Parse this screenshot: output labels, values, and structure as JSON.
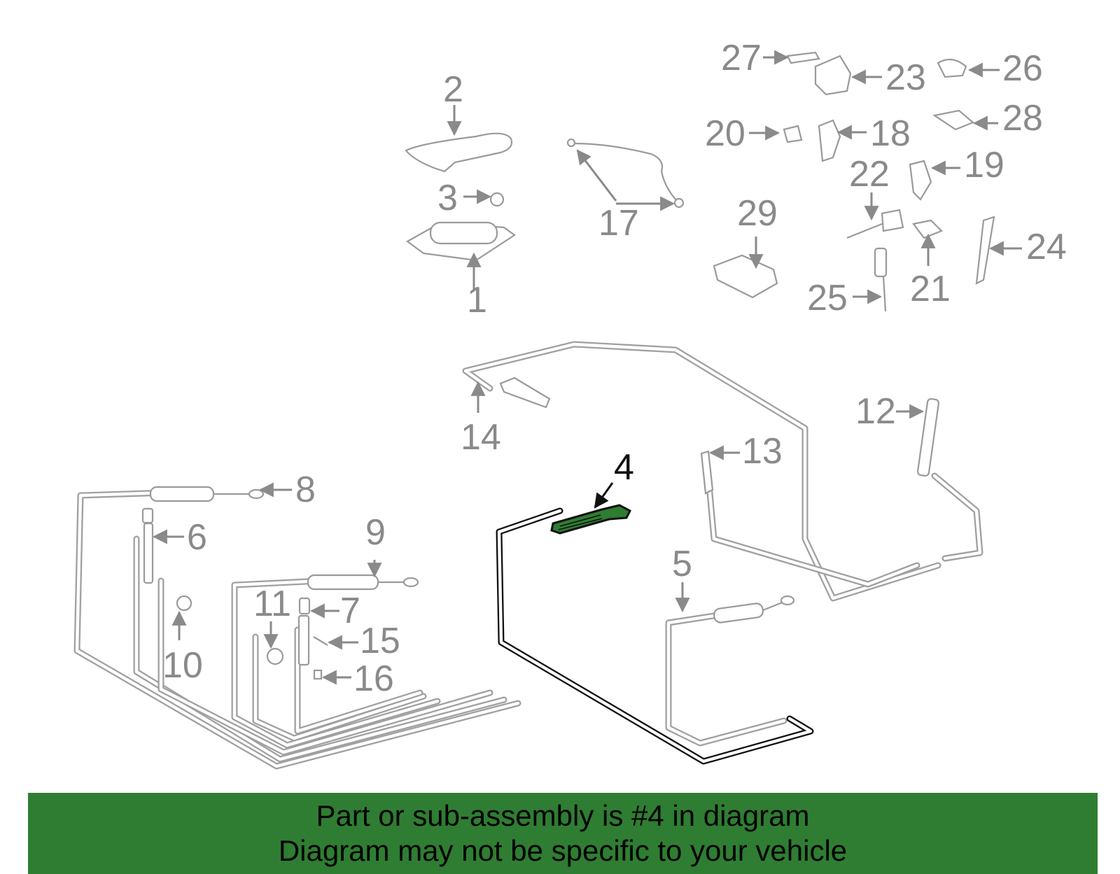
{
  "diagram": {
    "highlighted_part": "4",
    "colors": {
      "parts": "#9a9a9a",
      "labels": "#8a8a8a",
      "highlight_fill": "#2e7d32",
      "highlight_outline": "#111111",
      "banner_background": "#2f7d32"
    },
    "labels": {
      "p1": "1",
      "p2": "2",
      "p3": "3",
      "p4": "4",
      "p5": "5",
      "p6": "6",
      "p7": "7",
      "p8": "8",
      "p9": "9",
      "p10": "10",
      "p11": "11",
      "p12": "12",
      "p13": "13",
      "p14": "14",
      "p15": "15",
      "p16": "16",
      "p17": "17",
      "p18": "18",
      "p19": "19",
      "p20": "20",
      "p21": "21",
      "p22": "22",
      "p23": "23",
      "p24": "24",
      "p25": "25",
      "p26": "26",
      "p27": "27",
      "p28": "28",
      "p29": "29"
    }
  },
  "banner": {
    "line1": "Part or sub-assembly is #4 in diagram",
    "line2": "Diagram may not be specific to your vehicle"
  }
}
